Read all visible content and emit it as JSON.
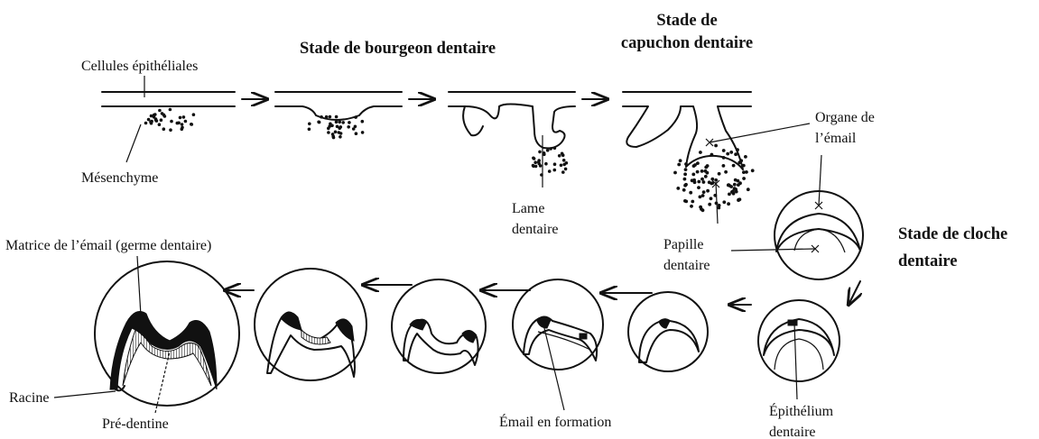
{
  "stages": {
    "bud": "Stade de bourgeon dentaire",
    "cap_line1": "Stade de",
    "cap_line2": "capuchon dentaire",
    "bell_line1": "Stade de cloche",
    "bell_line2": "dentaire"
  },
  "labels": {
    "epithelial_cells": "Cellules épithéliales",
    "mesenchyme": "Mésenchyme",
    "dental_lamina_1": "Lame",
    "dental_lamina_2": "dentaire",
    "enamel_organ_1": "Organe de",
    "enamel_organ_2": "l’émail",
    "dental_papilla_1": "Papille",
    "dental_papilla_2": "dentaire",
    "enamel_matrix": "Matrice de l’émail (germe dentaire)",
    "root": "Racine",
    "predentin": "Pré-dentine",
    "forming_enamel": "Émail en formation",
    "dental_epithelium_1": "Épithélium",
    "dental_epithelium_2": "dentaire"
  },
  "colors": {
    "ink": "#111111",
    "background": "#ffffff"
  }
}
